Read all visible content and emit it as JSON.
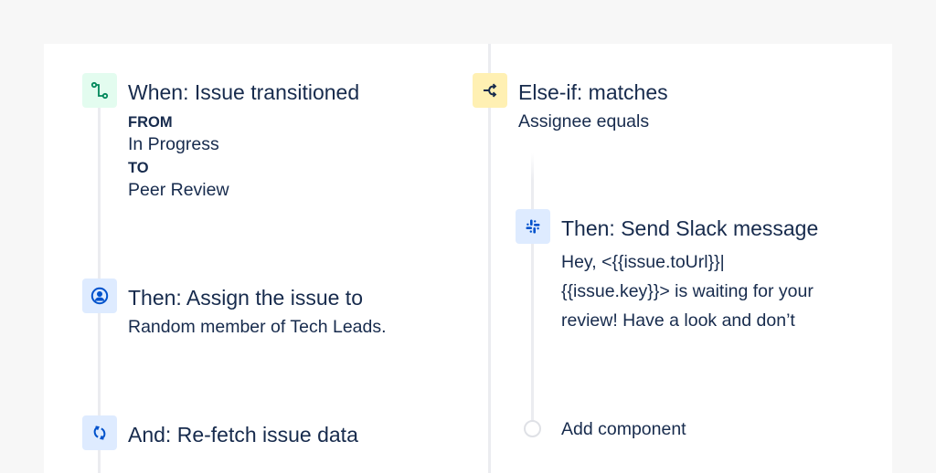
{
  "colors": {
    "background": "#f7f7f7",
    "panel": "#ffffff",
    "text": "#172b4d",
    "connector": "#ebecf0",
    "trigger_bg": "#e3fcef",
    "trigger_fg": "#00875a",
    "action_bg": "#deebff",
    "action_fg": "#0052cc",
    "condition_bg": "#fff0b3",
    "condition_fg": "#172b4d"
  },
  "left_column": {
    "trigger": {
      "icon": "transition-icon",
      "title": "When: Issue transitioned",
      "from_label": "FROM",
      "from_value": "In Progress",
      "to_label": "TO",
      "to_value": "Peer Review"
    },
    "assign_action": {
      "icon": "user-avatar-icon",
      "title": "Then: Assign the issue to",
      "detail": "Random member of Tech Leads."
    },
    "refetch_action": {
      "icon": "refresh-icon",
      "title": "And: Re-fetch issue data"
    }
  },
  "right_column": {
    "condition": {
      "icon": "branch-icon",
      "title": "Else-if: matches",
      "detail": "Assignee equals"
    },
    "slack_action": {
      "icon": "slack-icon",
      "title": "Then: Send Slack message",
      "message_lines": [
        "Hey, <{{issue.toUrl}}|",
        "{{issue.key}}> is waiting for your",
        "review! Have a look and don’t"
      ]
    },
    "add_component": {
      "icon": "empty-circle-icon",
      "label": "Add component"
    }
  }
}
